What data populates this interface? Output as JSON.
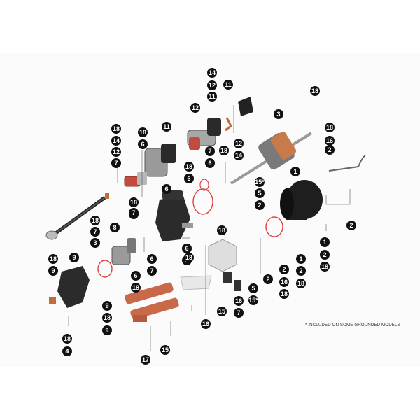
{
  "diagram": {
    "footnote": "* INCLUDED ON SOME GROUNDED MODELS",
    "callouts": [
      "14",
      "12",
      "11",
      "11",
      "18",
      "12",
      "3",
      "11",
      "12",
      "14",
      "18",
      "14",
      "12",
      "7",
      "18",
      "6",
      "18",
      "16",
      "2",
      "18",
      "7",
      "6",
      "18",
      "1",
      "6",
      "18",
      "7",
      "15*",
      "5",
      "2",
      "2",
      "1",
      "2",
      "18",
      "8",
      "18",
      "7",
      "3",
      "6",
      "6",
      "6",
      "18",
      "1",
      "2",
      "18",
      "7",
      "6",
      "18",
      "18",
      "9",
      "9",
      "6",
      "7",
      "2",
      "16",
      "18",
      "2",
      "18",
      "5",
      "15*",
      "15",
      "16",
      "7",
      "9",
      "18",
      "9",
      "18",
      "4",
      "17",
      "15",
      "16"
    ]
  }
}
